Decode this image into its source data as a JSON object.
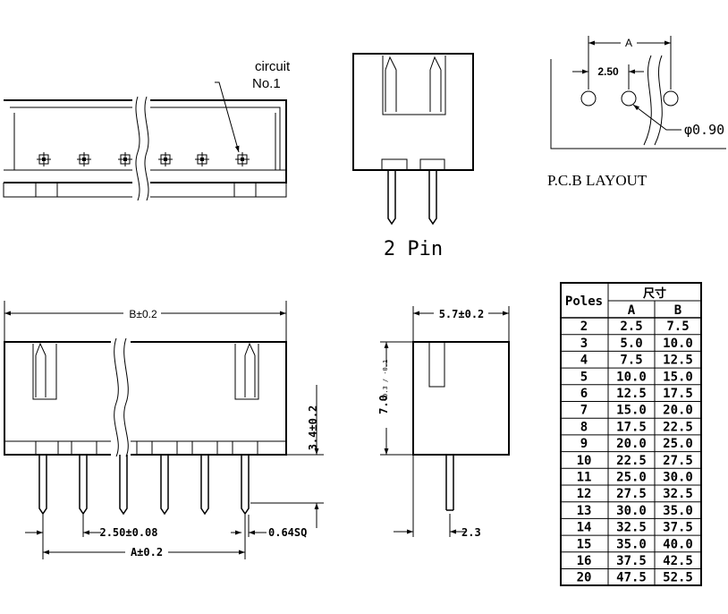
{
  "top_view": {
    "label_line1": "circuit",
    "label_line2": "No.1"
  },
  "side_view": {
    "caption": "2 Pin"
  },
  "pcb": {
    "dim_a": "A",
    "pitch": "2.50",
    "hole": "φ0.90",
    "caption": "P.C.B LAYOUT"
  },
  "front_view": {
    "dim_b": "B±0.2",
    "dim_h": "3.4±0.2",
    "dim_pitch": "2.50±0.08",
    "dim_pin": "0.64SQ",
    "dim_a": "A±0.2"
  },
  "end_view": {
    "dim_w": "5.7±0.2",
    "dim_h_main": "7.0",
    "dim_h_tol": "+0.3 / -0.1",
    "dim_tail": "2.3"
  },
  "table": {
    "col_poles": "Poles",
    "col_group": "尺寸",
    "col_a": "A",
    "col_b": "B",
    "rows": [
      [
        "2",
        "2.5",
        "7.5"
      ],
      [
        "3",
        "5.0",
        "10.0"
      ],
      [
        "4",
        "7.5",
        "12.5"
      ],
      [
        "5",
        "10.0",
        "15.0"
      ],
      [
        "6",
        "12.5",
        "17.5"
      ],
      [
        "7",
        "15.0",
        "20.0"
      ],
      [
        "8",
        "17.5",
        "22.5"
      ],
      [
        "9",
        "20.0",
        "25.0"
      ],
      [
        "10",
        "22.5",
        "27.5"
      ],
      [
        "11",
        "25.0",
        "30.0"
      ],
      [
        "12",
        "27.5",
        "32.5"
      ],
      [
        "13",
        "30.0",
        "35.0"
      ],
      [
        "14",
        "32.5",
        "37.5"
      ],
      [
        "15",
        "35.0",
        "40.0"
      ],
      [
        "16",
        "37.5",
        "42.5"
      ],
      [
        "20",
        "47.5",
        "52.5"
      ]
    ]
  }
}
